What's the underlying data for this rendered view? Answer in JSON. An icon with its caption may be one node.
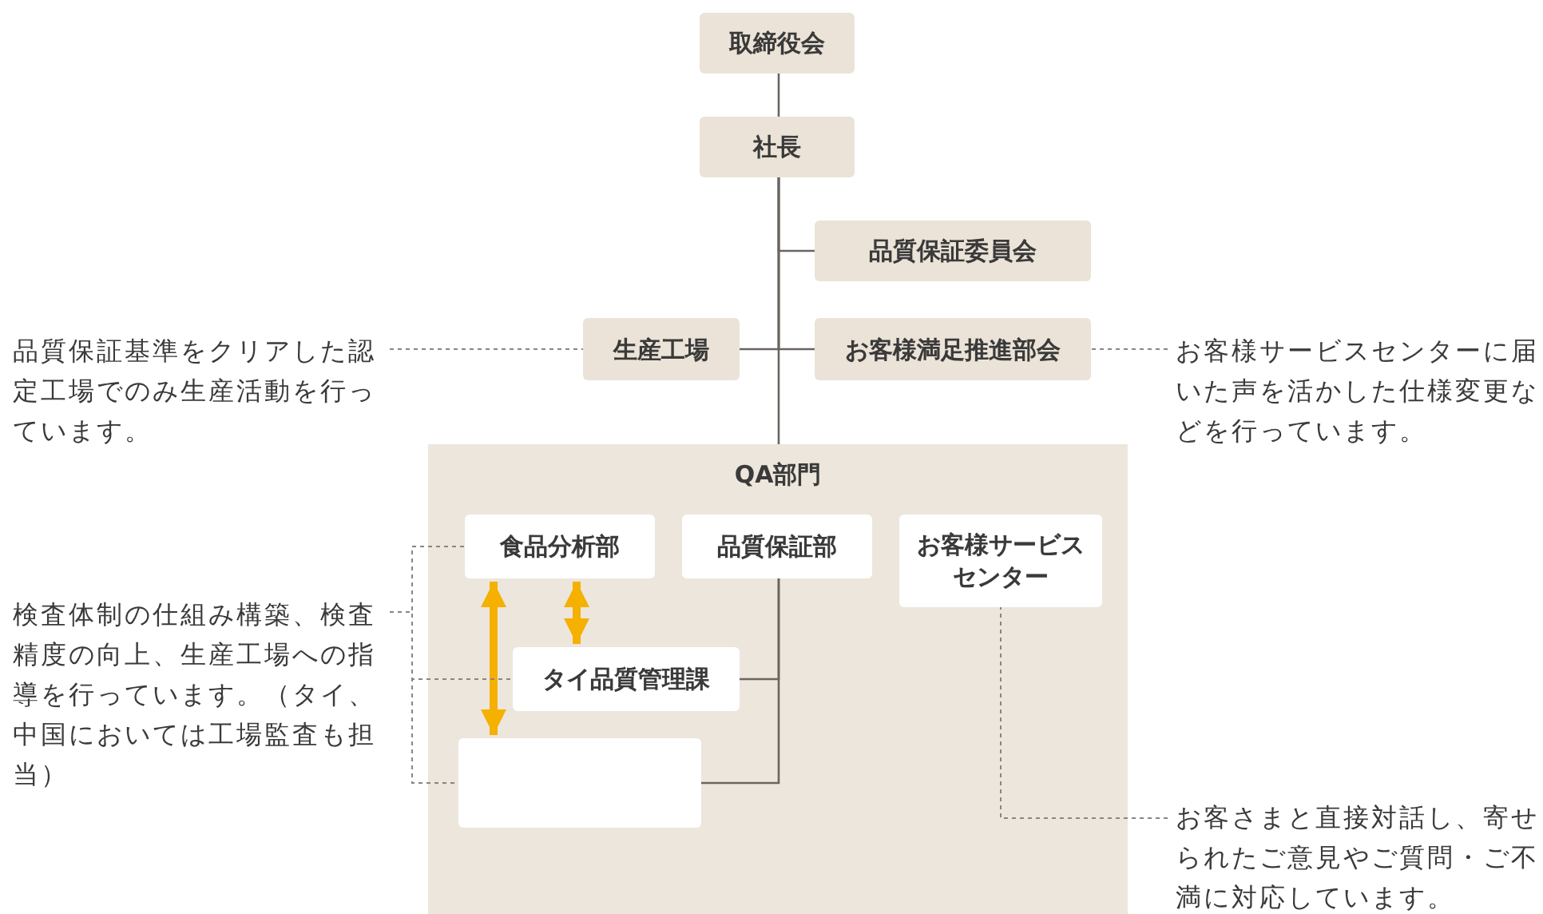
{
  "diagram": {
    "nodes": [
      {
        "text": [
          "取締役会"
        ]
      },
      {
        "text": [
          "社長"
        ]
      },
      {
        "text": [
          "品質保証委員会"
        ]
      },
      {
        "text": [
          "品質保証基準をクリアした認定工場でのみ生産活動を行っています。"
        ]
      },
      {
        "text": [
          "生産工場"
        ]
      },
      {
        "text": [
          "お客様満足推進部会"
        ]
      },
      {
        "text": [
          "お客様サービスセンターに届いた声を活かした仕様変更などを行っています。"
        ]
      },
      {
        "text": [
          "QA部門"
        ]
      },
      {
        "text": [
          "食品分析部"
        ],
        "in": 7
      },
      {
        "text": [
          "品質保証部"
        ],
        "in": 7
      },
      {
        "text": [
          "お客様サービスセンター"
        ],
        "in": 7
      },
      {
        "text": [
          "検査体制の仕組み構築、検査精度の向上、生産工場への指導を行っています。（タイ、中国においては工場監査も担当）"
        ]
      },
      {
        "text": [
          "タイ品質管理課"
        ],
        "in": 7
      },
      {
        "text": [],
        "shape": "box",
        "in": 7
      },
      {
        "text": [
          "お客さまと直接対話し、寄せられたご意見やご質問・ご不満に対応しています。"
        ]
      }
    ],
    "edges": [
      {
        "from": 0,
        "to": 1,
        "arrow": "none"
      },
      {
        "from": 1,
        "to": 2,
        "arrow": "none"
      },
      {
        "from": 1,
        "to": 4,
        "arrow": "none"
      },
      {
        "from": 1,
        "to": 5,
        "arrow": "none"
      },
      {
        "from": 1,
        "to": 7,
        "arrow": "none"
      },
      {
        "from": 9,
        "to": 12,
        "arrow": "none"
      },
      {
        "from": 9,
        "to": 13,
        "arrow": "none"
      },
      {
        "from": 8,
        "to": 12,
        "arrow": "both",
        "style": "thick",
        "color": "#f5b000"
      },
      {
        "from": 8,
        "to": 13,
        "arrow": "both",
        "style": "thick",
        "color": "#f5b000"
      },
      {
        "from": 3,
        "to": 4,
        "arrow": "none",
        "style": "dashed"
      },
      {
        "from": 6,
        "to": 5,
        "arrow": "none",
        "style": "dashed"
      },
      {
        "from": 11,
        "to": 8,
        "arrow": "none",
        "style": "dashed"
      },
      {
        "from": 11,
        "to": 12,
        "arrow": "none",
        "style": "dashed"
      },
      {
        "from": 11,
        "to": 13,
        "arrow": "none",
        "style": "dashed"
      },
      {
        "from": 14,
        "to": 10,
        "arrow": "none",
        "style": "dashed"
      }
    ]
  }
}
